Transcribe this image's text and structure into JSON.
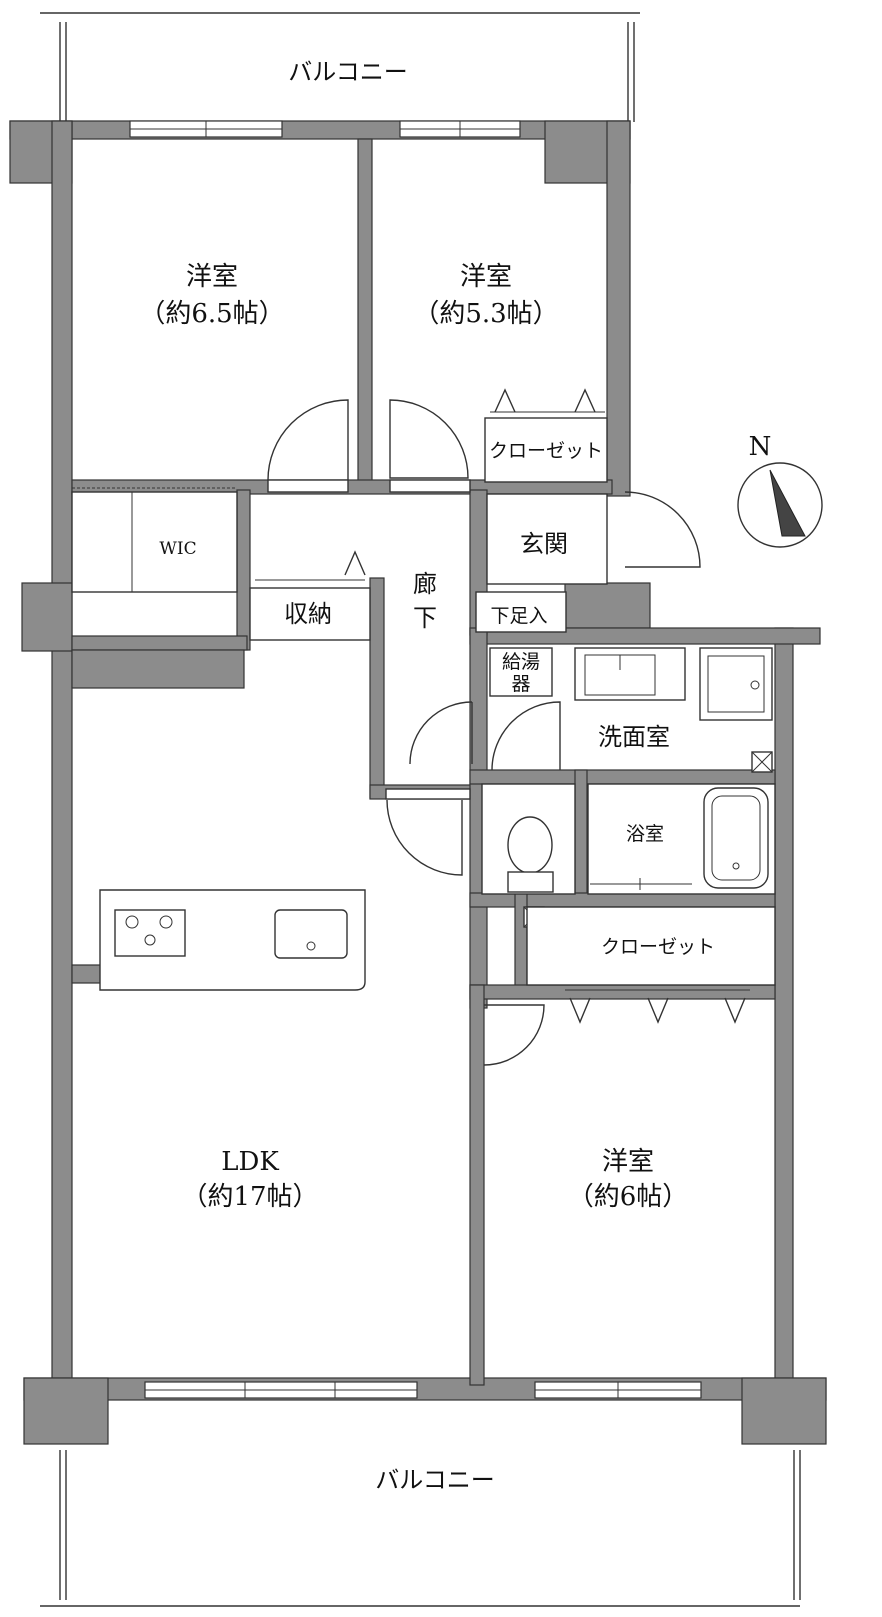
{
  "plan": {
    "balcony_top": "バルコニー",
    "balcony_bottom": "バルコニー",
    "rooms": {
      "western_1": {
        "name": "洋室",
        "size": "（約6.5帖）"
      },
      "western_2": {
        "name": "洋室",
        "size": "（約5.3帖）"
      },
      "western_3": {
        "name": "洋室",
        "size": "（約6帖）"
      },
      "ldk": {
        "name": "LDK",
        "size": "（約17帖）"
      },
      "wic": "WIC",
      "storage": "収納",
      "hallway_1": "廊",
      "hallway_2": "下",
      "entrance": "玄関",
      "shoe_box": "下足入",
      "water_heater_1": "給湯",
      "water_heater_2": "器",
      "washroom": "洗面室",
      "bathroom": "浴室",
      "closet_upper": "クローゼット",
      "closet_lower": "クローゼット"
    },
    "compass": "N"
  },
  "colors": {
    "wall": "#8c8c8c",
    "line": "#333333"
  }
}
